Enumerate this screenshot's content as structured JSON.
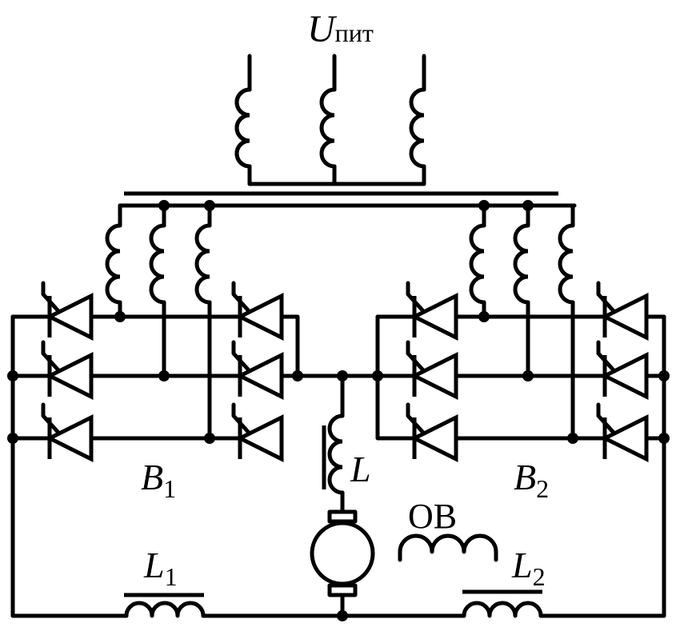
{
  "labels": {
    "supply": "U",
    "supply_sub": "пит",
    "bridge1": "B",
    "bridge1_sub": "1",
    "bridge2": "B",
    "bridge2_sub": "2",
    "choke": "L",
    "field_winding": "ОВ",
    "reactor1": "L",
    "reactor1_sub": "1",
    "reactor2": "L",
    "reactor2_sub": "2"
  }
}
